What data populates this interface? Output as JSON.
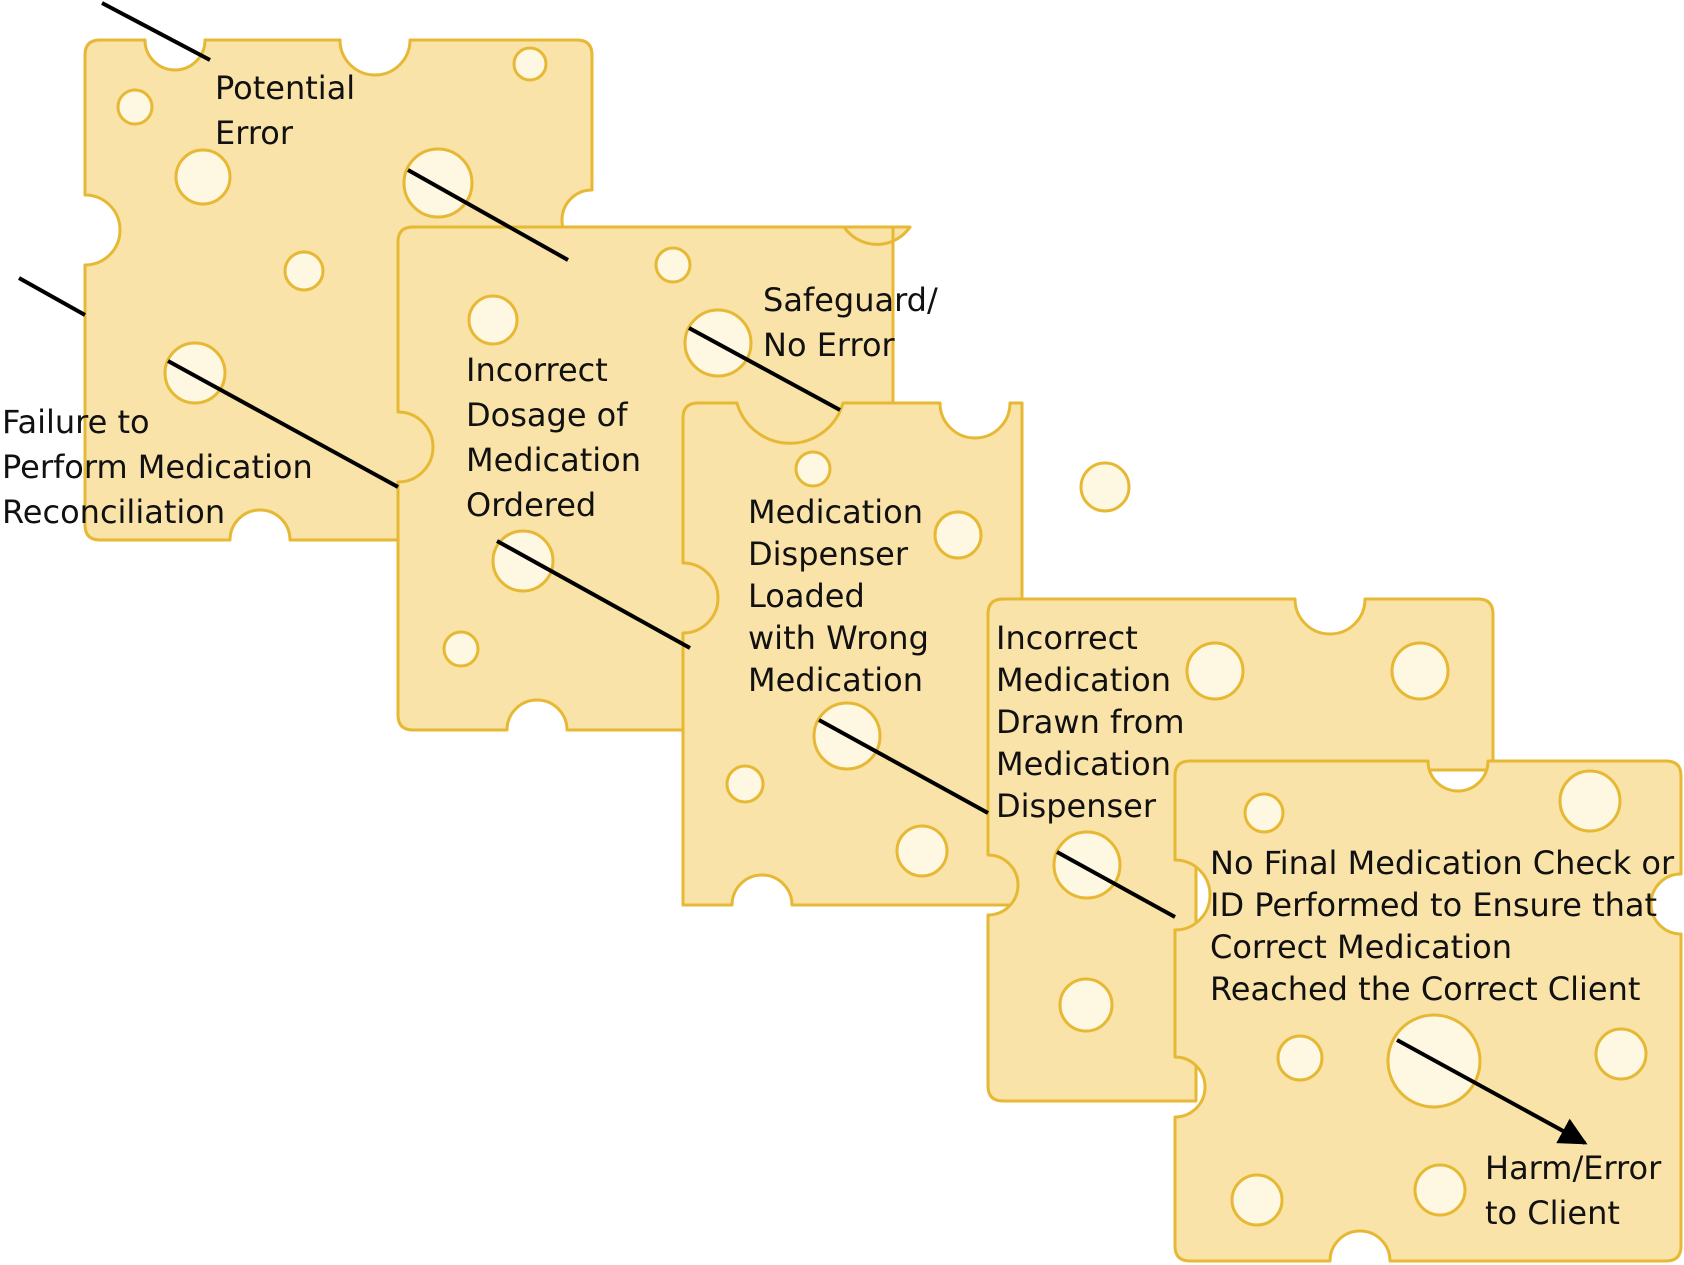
{
  "colors": {
    "cheese_fill": "#f9e3a8",
    "cheese_stroke": "#e6b834",
    "hole_fill": "#fef7e2",
    "line": "#000000"
  },
  "labels": {
    "potential_error": "Potential\nError",
    "failure_to_reconcile": "Failure to\nPerform Medication\nReconciliation",
    "incorrect_dosage": "Incorrect\nDosage of\nMedication\nOrdered",
    "safeguard": "Safeguard/\nNo Error",
    "dispenser_loaded": "Medication\nDispenser\nLoaded\nwith Wrong\nMedication",
    "drawn_from_dispenser": "Incorrect\nMedication\nDrawn from\nMedication\nDispenser",
    "no_final_check": "No Final Medication Check or\nID Performed to Ensure that\nCorrect Medication\nReached the Correct Client",
    "harm": "Harm/Error\nto Client"
  }
}
